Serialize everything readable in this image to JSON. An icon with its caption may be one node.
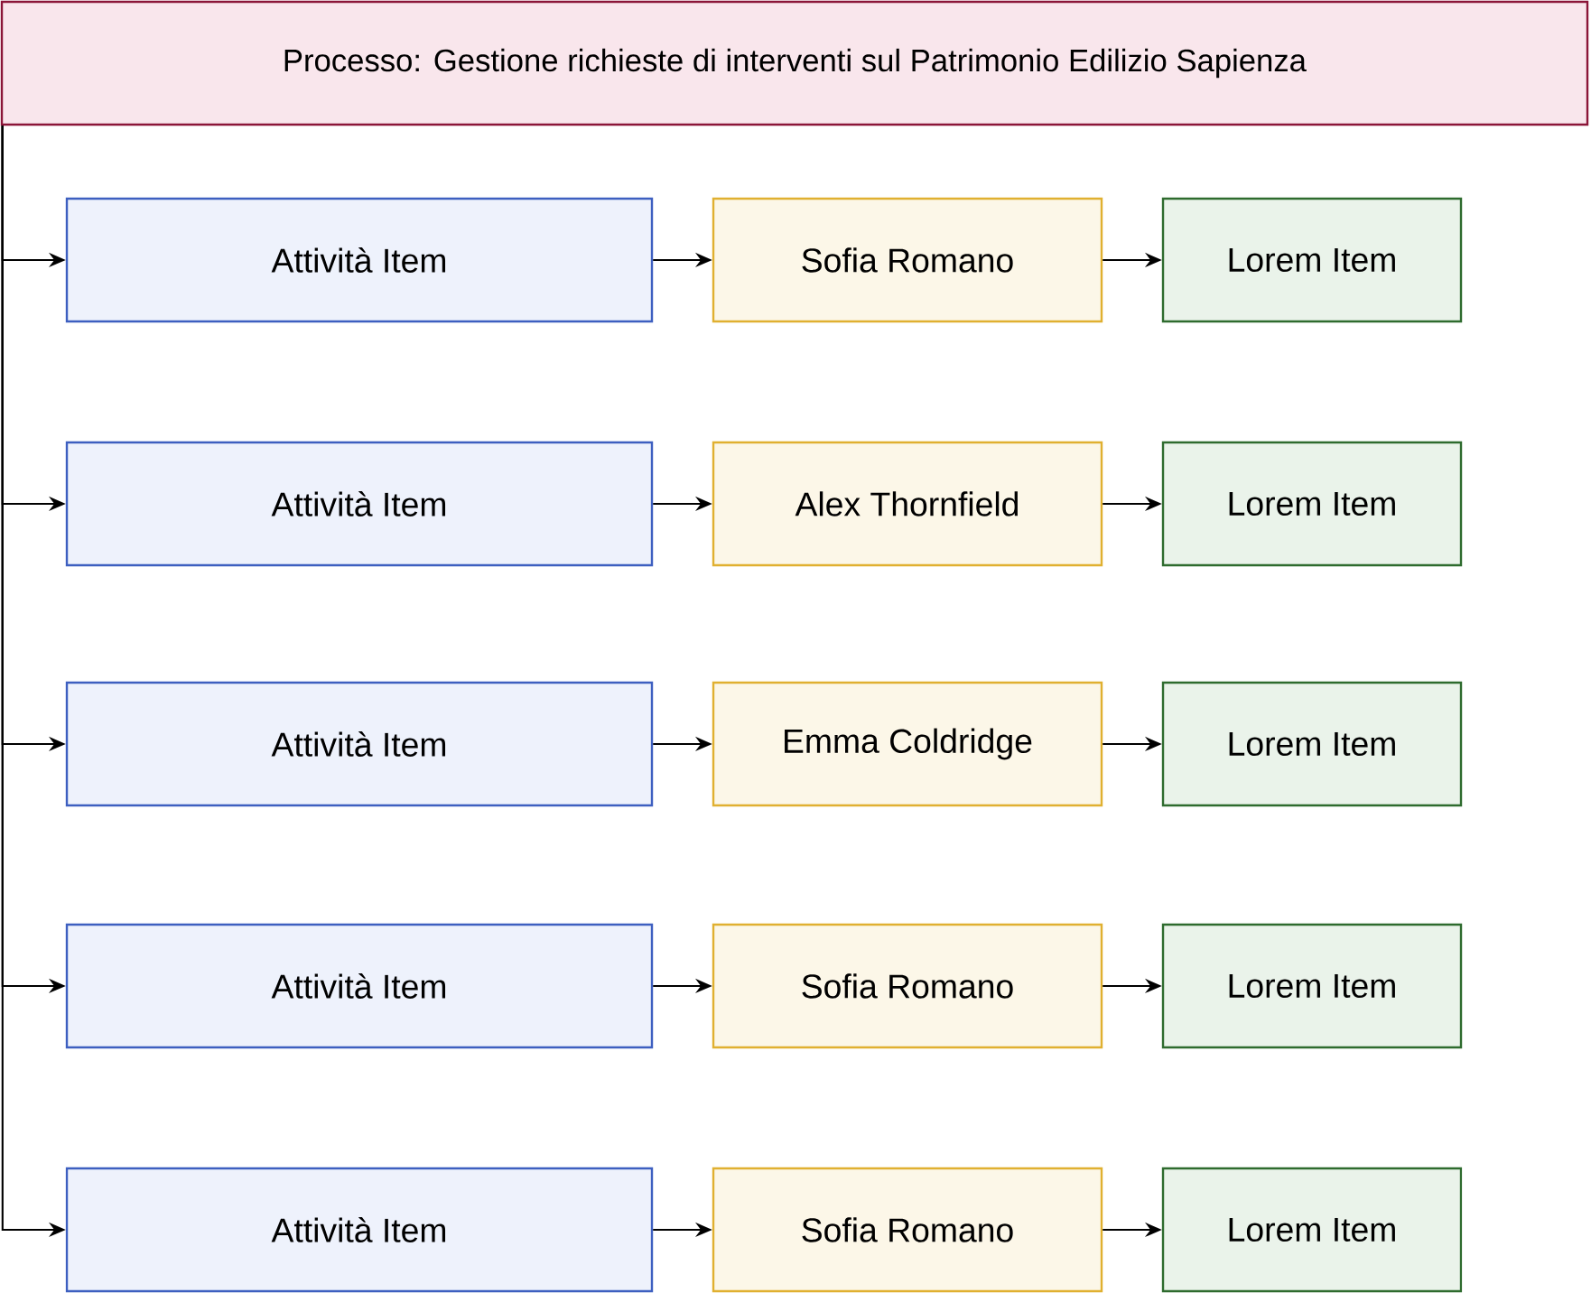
{
  "diagram": {
    "nodes": [
      {
        "text": [
          "Processo: Gestione richieste di interventi sul Patrimonio Edilizio Sapienza"
        ]
      },
      {
        "text": [
          "Attività Item"
        ]
      },
      {
        "text": [
          "Sofia Romano"
        ]
      },
      {
        "text": [
          "Lorem Item"
        ]
      },
      {
        "text": [
          "Attività Item"
        ]
      },
      {
        "text": [
          "Alex Thornfield"
        ]
      },
      {
        "text": [
          "Lorem Item"
        ]
      },
      {
        "text": [
          "Attività Item"
        ]
      },
      {
        "text": [
          "Emma Coldridge"
        ]
      },
      {
        "text": [
          "Lorem Item"
        ]
      },
      {
        "text": [
          "Attività Item"
        ]
      },
      {
        "text": [
          "Sofia Romano"
        ]
      },
      {
        "text": [
          "Lorem Item"
        ]
      },
      {
        "text": [
          "Attività Item"
        ]
      },
      {
        "text": [
          "Sofia Romano"
        ]
      },
      {
        "text": [
          "Lorem Item"
        ]
      }
    ],
    "edges": [
      {
        "from": 0,
        "to": 1,
        "arrow": "to"
      },
      {
        "from": 1,
        "to": 2,
        "arrow": "to"
      },
      {
        "from": 2,
        "to": 3,
        "arrow": "to"
      },
      {
        "from": 0,
        "to": 4,
        "arrow": "to"
      },
      {
        "from": 4,
        "to": 5,
        "arrow": "to"
      },
      {
        "from": 5,
        "to": 6,
        "arrow": "to"
      },
      {
        "from": 0,
        "to": 7,
        "arrow": "to"
      },
      {
        "from": 7,
        "to": 8,
        "arrow": "to"
      },
      {
        "from": 8,
        "to": 9,
        "arrow": "to"
      },
      {
        "from": 0,
        "to": 10,
        "arrow": "to"
      },
      {
        "from": 10,
        "to": 11,
        "arrow": "to"
      },
      {
        "from": 11,
        "to": 12,
        "arrow": "to"
      },
      {
        "from": 0,
        "to": 13,
        "arrow": "to"
      },
      {
        "from": 13,
        "to": 14,
        "arrow": "to"
      },
      {
        "from": 14,
        "to": 15,
        "arrow": "to"
      }
    ]
  }
}
